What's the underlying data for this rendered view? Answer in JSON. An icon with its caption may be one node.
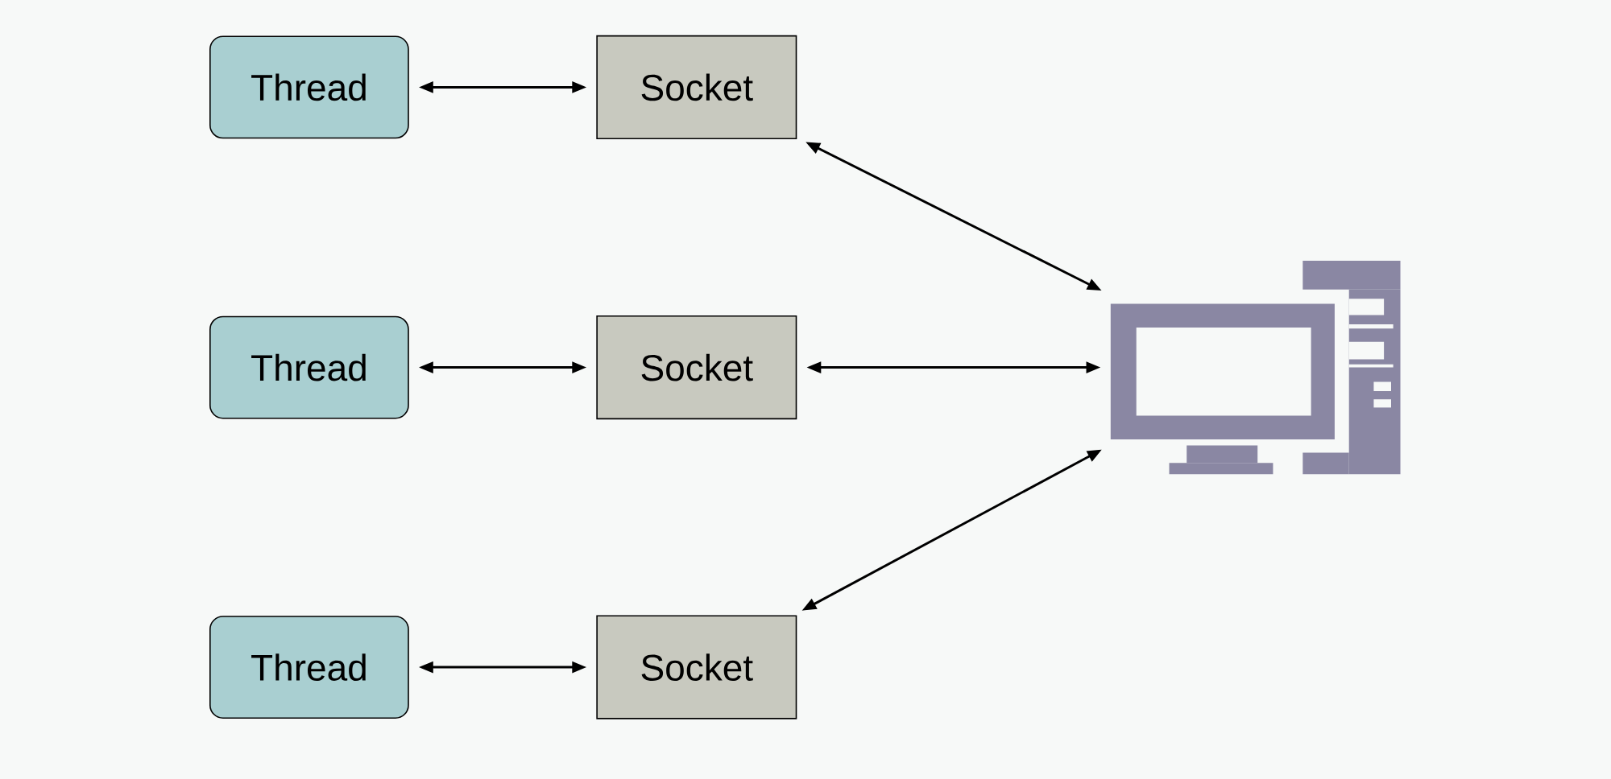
{
  "diagram": {
    "nodes": [
      {
        "text": [
          "Thread"
        ]
      },
      {
        "text": [
          "Socket"
        ]
      },
      {
        "text": [
          "Thread"
        ]
      },
      {
        "text": [
          "Socket"
        ]
      },
      {
        "text": [
          "Thread"
        ]
      },
      {
        "text": [
          "Socket"
        ]
      },
      {
        "text": [],
        "shape": "picture"
      }
    ],
    "edges": [
      {
        "from": 0,
        "to": 1,
        "arrow": "both"
      },
      {
        "from": 2,
        "to": 3,
        "arrow": "both"
      },
      {
        "from": 4,
        "to": 5,
        "arrow": "both"
      },
      {
        "from": 1,
        "to": 6,
        "arrow": "both"
      },
      {
        "from": 3,
        "to": 6,
        "arrow": "both"
      },
      {
        "from": 5,
        "to": 6,
        "arrow": "both"
      }
    ]
  }
}
